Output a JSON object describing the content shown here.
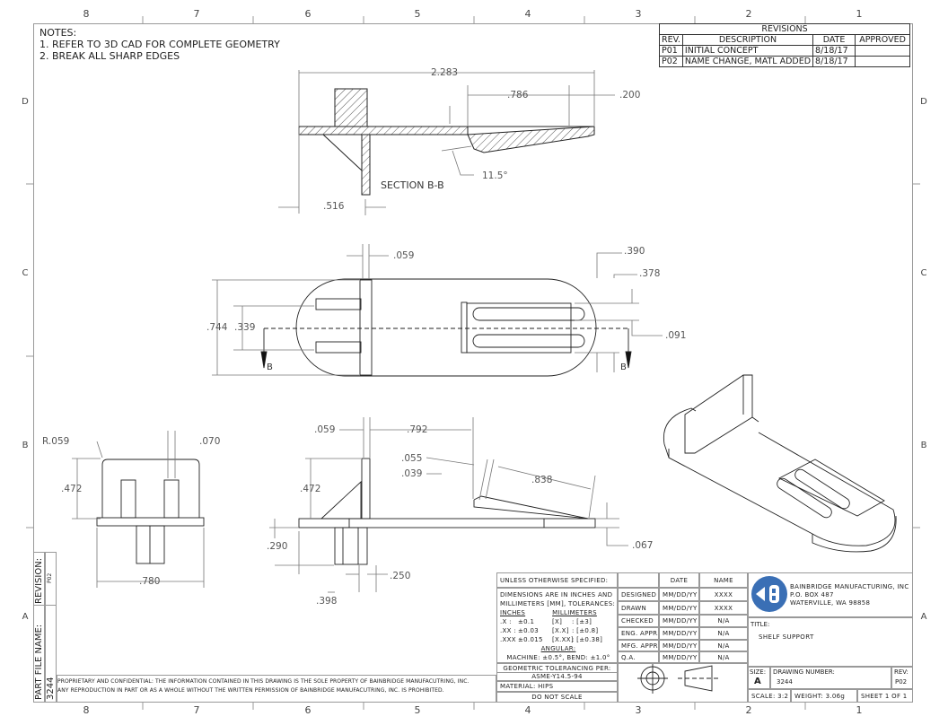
{
  "border": {
    "columns": [
      "8",
      "7",
      "6",
      "5",
      "4",
      "3",
      "2",
      "1"
    ],
    "rows": [
      "D",
      "C",
      "B",
      "A"
    ]
  },
  "notes": {
    "title": "NOTES:",
    "items": [
      "1.  REFER TO 3D CAD FOR COMPLETE GEOMETRY",
      "2.  BREAK ALL SHARP EDGES"
    ]
  },
  "revisions": {
    "title": "REVISIONS",
    "headers": [
      "REV.",
      "DESCRIPTION",
      "DATE",
      "APPROVED"
    ],
    "rows": [
      {
        "rev": "P01",
        "description": "INITIAL CONCEPT",
        "date": "8/18/17",
        "approved": ""
      },
      {
        "rev": "P02",
        "description": "NAME CHANGE, MATL ADDED",
        "date": "8/18/17",
        "approved": ""
      }
    ]
  },
  "section_view": {
    "label": "SECTION B-B",
    "dims": {
      "overall": "2.283",
      "d786": ".786",
      "d200": ".200",
      "angle": "11.5°",
      "d516": ".516"
    }
  },
  "top_view": {
    "dims": {
      "d059": ".059",
      "d744": ".744",
      "d339": ".339",
      "d390": ".390",
      "d378": ".378",
      "d091": ".091"
    },
    "section_marker_left": "B",
    "section_marker_right": "B"
  },
  "front_view": {
    "dims": {
      "r059": "R.059",
      "d070": ".070",
      "d472": ".472",
      "d780": ".780"
    }
  },
  "side_view": {
    "dims": {
      "d059": ".059",
      "d792": ".792",
      "d055": ".055",
      "d039": ".039",
      "d838": ".838",
      "d472": ".472",
      "d290": ".290",
      "d067": ".067",
      "d250": ".250",
      "d398": ".398"
    }
  },
  "title_block": {
    "unless": "UNLESS OTHERWISE SPECIFIED:",
    "dims_line1": "DIMENSIONS ARE IN INCHES AND",
    "dims_line2": "MILLIMETERS [MM], TOLERANCES:",
    "inches_header": "INCHES",
    "mm_header": "MILLIMETERS",
    "tol_rows": [
      {
        "in_label": ".X :",
        "in_val": "±0.1",
        "mm_label": "[X]",
        "mm_val": ": [±3]"
      },
      {
        "in_label": ".XX :",
        "in_val": "±0.03",
        "mm_label": "[X.X]",
        "mm_val": ": [±0.8]"
      },
      {
        "in_label": ".XXX :",
        "in_val": "±0.015",
        "mm_label": "[X.XX]",
        "mm_val": ": [±0.38]"
      }
    ],
    "angular_header": "ANGULAR:",
    "angular_values": "MACHINE: ±0.5°, BEND: ±1.0°",
    "geo_tol_line1": "GEOMETRIC TOLERANCING PER:",
    "geo_tol_line2": "ASME-Y14.5-94",
    "material": "MATERIAL: HIPS",
    "do_not_scale": "DO NOT SCALE",
    "approval_headers": [
      "",
      "DATE",
      "NAME"
    ],
    "approvals": [
      {
        "role": "DESIGNED",
        "date": "MM/DD/YY",
        "name": "XXXX"
      },
      {
        "role": "DRAWN",
        "date": "MM/DD/YY",
        "name": "XXXX"
      },
      {
        "role": "CHECKED",
        "date": "MM/DD/YY",
        "name": "N/A"
      },
      {
        "role": "ENG. APPR.",
        "date": "MM/DD/YY",
        "name": "N/A"
      },
      {
        "role": "MFG. APPR.",
        "date": "MM/DD/YY",
        "name": "N/A"
      },
      {
        "role": "Q.A.",
        "date": "MM/DD/YY",
        "name": "N/A"
      }
    ],
    "company": {
      "name": "BAINBRIDGE MANUFACTURING, INC",
      "address1": "P.O. BOX 487",
      "address2": "WATERVILLE, WA 98858",
      "logo_color": "#3a6fb5"
    },
    "title_label": "TITLE:",
    "title": "SHELF SUPPORT",
    "size_label": "SIZE:",
    "size": "A",
    "drawing_number_label": "DRAWING NUMBER:",
    "drawing_number": "3244",
    "rev_label": "REV:",
    "rev": "P02",
    "scale": "SCALE: 3:2",
    "weight": "WEIGHT: 3.06g",
    "sheet": "SHEET 1 OF 1"
  },
  "side_strip": {
    "revision_label": "REVISION:",
    "revision_value": "P02",
    "part_file_label": "PART FILE NAME:",
    "part_file_value": "3244"
  },
  "confidential": {
    "line1": "PROPRIETARY AND CONFIDENTIAL: THE INFORMATION CONTAINED IN THIS DRAWING IS THE SOLE PROPERTY OF BAINBRIDGE MANUFACUTRING, INC.",
    "line2": "ANY REPRODUCTION IN PART OR AS A WHOLE WITHOUT THE WRITTEN PERMISSION OF BAINBRIDGE MANUFACUTRING, INC. IS PROHIBITED."
  }
}
